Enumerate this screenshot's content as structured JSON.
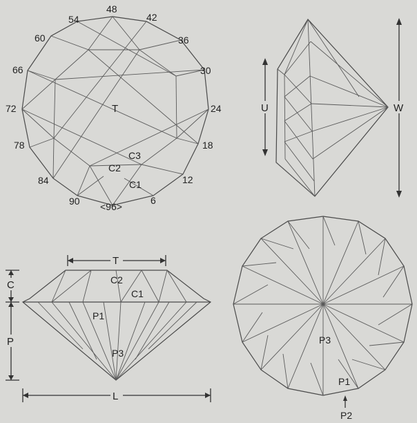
{
  "top_view": {
    "index_labels": [
      "48",
      "42",
      "36",
      "30",
      "24",
      "18",
      "12",
      "6",
      "<96>",
      "90",
      "84",
      "78",
      "72",
      "66",
      "60",
      "54"
    ],
    "facet_labels": {
      "table": "T",
      "crown_1": "C1",
      "crown_2": "C2",
      "crown_3": "C3"
    }
  },
  "side_view": {
    "dims": {
      "depth": "U",
      "width": "W"
    }
  },
  "profile_view": {
    "dims": {
      "table": "T",
      "crown": "C",
      "pavilion": "P",
      "length": "L"
    },
    "facet_labels": {
      "crown_2": "C2",
      "crown_1": "C1",
      "pavilion_1": "P1",
      "pavilion_3": "P3"
    }
  },
  "bottom_view": {
    "facet_labels": {
      "pavilion_3": "P3",
      "pavilion_1": "P1",
      "pavilion_2": "P2"
    }
  }
}
